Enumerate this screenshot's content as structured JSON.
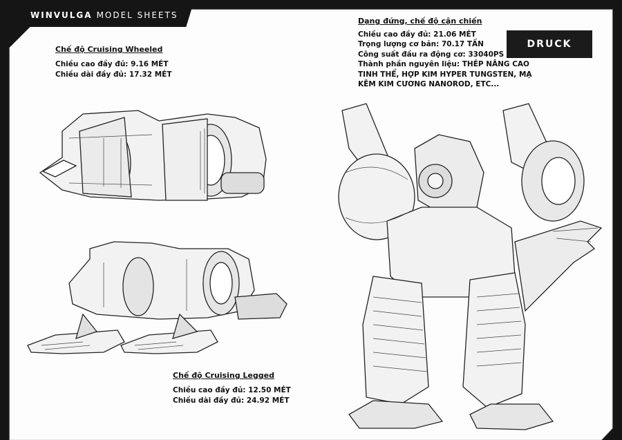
{
  "header": {
    "brand": "WINVULGA",
    "subtitle": "MODEL SHEETS"
  },
  "badge": {
    "label": "DRUCK"
  },
  "mode_wheeled": {
    "title": "Chế độ Cruising Wheeled",
    "lines": [
      "Chiều cao đầy đủ: 9.16 MÉT",
      "Chiều dài đầy đủ: 17.32 MÉT"
    ]
  },
  "mode_legged": {
    "title": "Chế độ Cruising Legged",
    "lines": [
      "Chiều cao đầy đủ: 12.50 MÉT",
      "Chiều dài đầy đủ: 24.92 MÉT"
    ]
  },
  "mode_standing": {
    "title": "Dạng đứng, chế độ cận chiến",
    "lines": [
      "Chiều cao đầy đủ: 21.06 MÉT",
      "Trọng lượng cơ bản: 70.17 TẤN",
      "Công suất đầu ra động cơ: 33040PS",
      "Thành phần nguyên liệu: THÉP NÂNG CAO",
      "TINH THỂ, HỢP KIM HYPER TUNGSTEN, MẠ",
      "KẼM KIM CƯƠNG NANOROD, ETC..."
    ]
  }
}
